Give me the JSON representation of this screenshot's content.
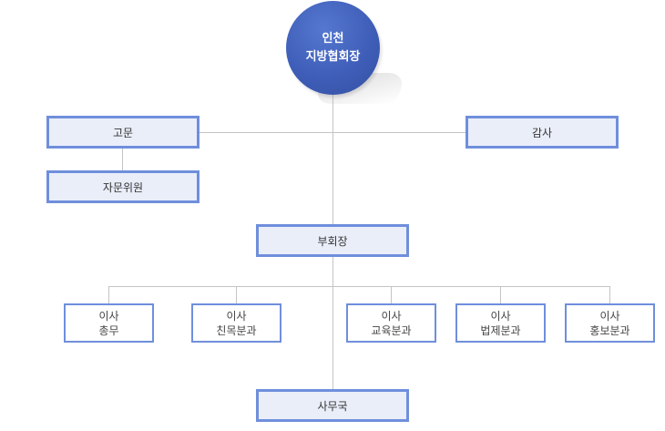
{
  "root": {
    "line1": "인천",
    "line2": "지방협회장"
  },
  "advisor": "고문",
  "auditor": "감사",
  "advisory_committee": "자문위원",
  "vice_president": "부회장",
  "directors": [
    {
      "title": "이사",
      "dept": "총무"
    },
    {
      "title": "이사",
      "dept": "친목분과"
    },
    {
      "title": "이사",
      "dept": "교육분과"
    },
    {
      "title": "이사",
      "dept": "법제분과"
    },
    {
      "title": "이사",
      "dept": "홍보분과"
    }
  ],
  "secretariat": "사무국"
}
